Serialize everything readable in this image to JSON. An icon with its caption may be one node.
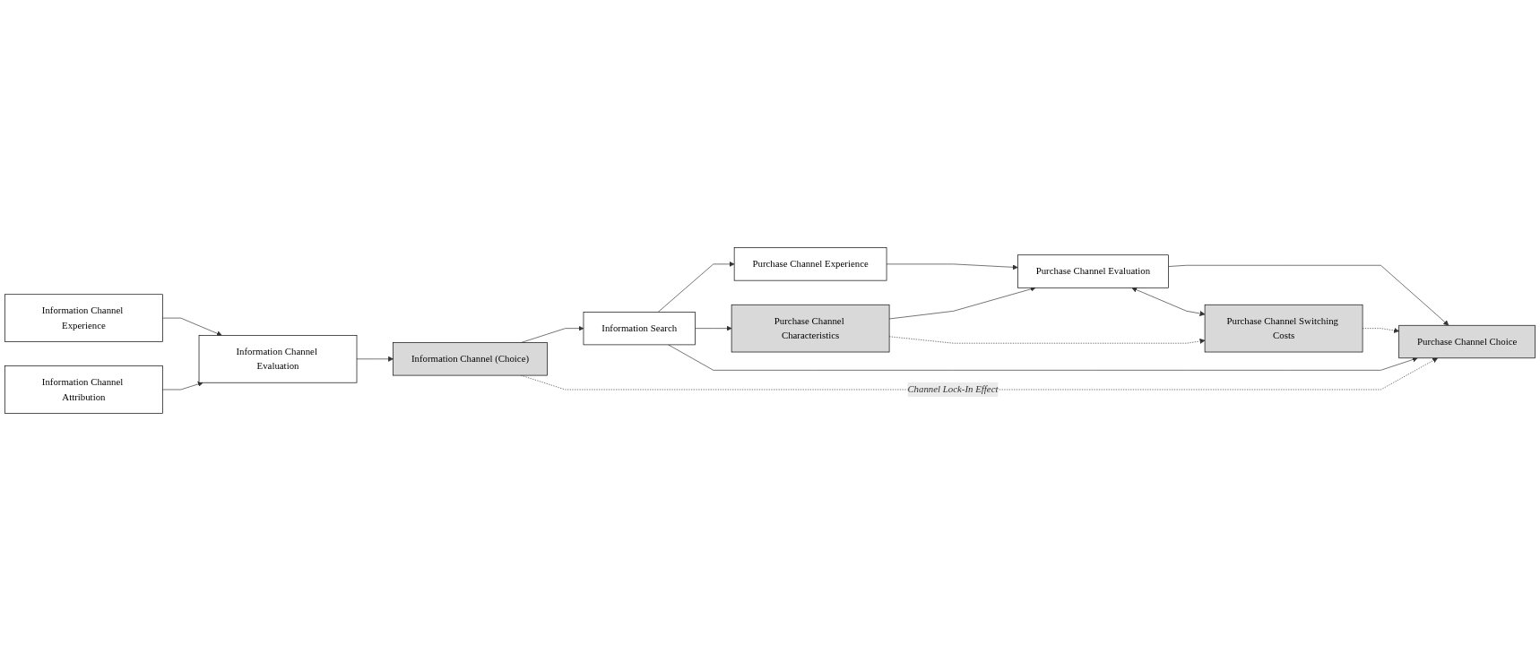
{
  "diagram": {
    "nodes": [
      {
        "text": [
          "Information Channel Experience"
        ]
      },
      {
        "text": [
          "Information Channel Attribution"
        ]
      },
      {
        "text": [
          "Information Channel Evaluation"
        ]
      },
      {
        "text": [
          "Information Channel (Choice)"
        ]
      },
      {
        "text": [
          "Information Search"
        ]
      },
      {
        "text": [
          "Purchase Channel Experience"
        ]
      },
      {
        "text": [
          "Purchase Channel Characteristics"
        ]
      },
      {
        "text": [
          "Purchase Channel Evaluation"
        ]
      },
      {
        "text": [
          "Purchase Channel Choice"
        ]
      },
      {
        "text": [
          "Purchase Channel Switching Costs"
        ]
      }
    ],
    "edges": [
      {
        "from": 0,
        "to": 2,
        "arrow": "to"
      },
      {
        "from": 1,
        "to": 2,
        "arrow": "to"
      },
      {
        "from": 2,
        "to": 3,
        "arrow": "to"
      },
      {
        "from": 3,
        "to": 4,
        "arrow": "to"
      },
      {
        "from": 4,
        "to": 5,
        "arrow": "to"
      },
      {
        "from": 4,
        "to": 6,
        "arrow": "to"
      },
      {
        "from": 4,
        "to": 8,
        "arrow": "to"
      },
      {
        "from": 3,
        "to": 8,
        "arrow": "to",
        "style": "dashed",
        "label": "Channel Lock-In Effect"
      },
      {
        "from": 5,
        "to": 7,
        "arrow": "to"
      },
      {
        "from": 6,
        "to": 7,
        "arrow": "to"
      },
      {
        "from": 7,
        "to": 8,
        "arrow": "to"
      },
      {
        "from": 7,
        "to": 9,
        "arrow": "both"
      },
      {
        "from": 6,
        "to": 9,
        "arrow": "to",
        "style": "dashed"
      },
      {
        "from": 9,
        "to": 8,
        "arrow": "to",
        "style": "dashed"
      }
    ]
  }
}
